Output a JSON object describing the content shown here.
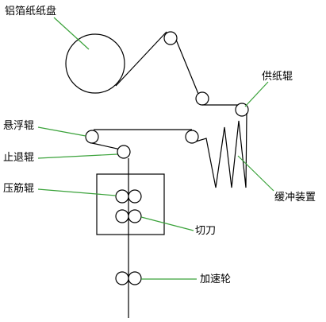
{
  "labels": {
    "foil_reel": "铝箔纸纸盘",
    "supply_roller": "供纸辊",
    "float_roller": "悬浮辊",
    "stop_back_roller": "止退辊",
    "crease_roller": "压筋辊",
    "buffer_device": "缓冲装置",
    "cutter": "切刀",
    "accel_wheel": "加速轮"
  },
  "colors": {
    "line": "#000000",
    "leader": "#3aa23a",
    "background": "#ffffff"
  }
}
